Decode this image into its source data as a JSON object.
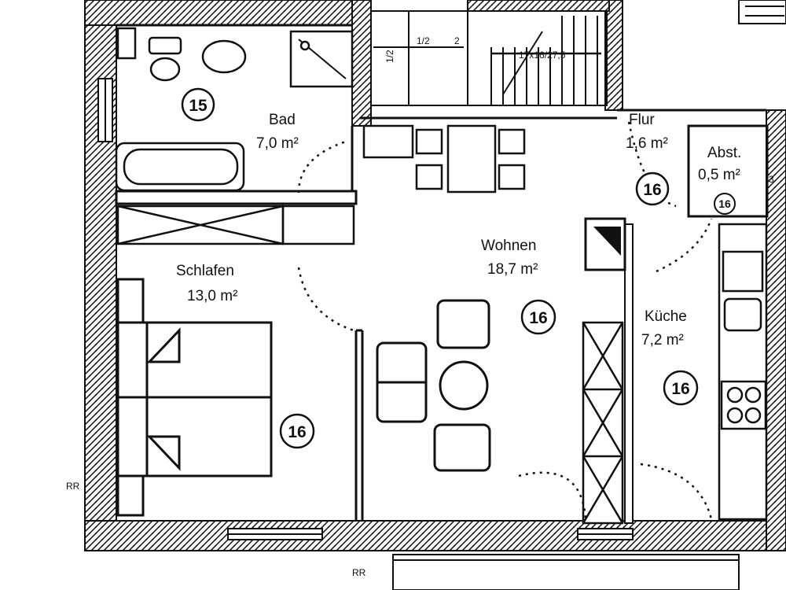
{
  "rooms": {
    "bad": {
      "name": "Bad",
      "area": "7,0 m²"
    },
    "flur": {
      "name": "Flur",
      "area": "1,6 m²"
    },
    "abst": {
      "name": "Abst.",
      "area": "0,5 m²"
    },
    "wohnen": {
      "name": "Wohnen",
      "area": "18,7 m²"
    },
    "schlafen": {
      "name": "Schlafen",
      "area": "13,0 m²"
    },
    "kueche": {
      "name": "Küche",
      "area": "7,2 m²"
    }
  },
  "badges": {
    "bad": "15",
    "flur": "16",
    "abst": "16",
    "wohnen": "16",
    "schlafen": "16",
    "kueche": "16"
  },
  "stairs": {
    "label1": "1/2",
    "label2": "2",
    "label3": "1/2",
    "label4": "17x16/27,5"
  },
  "marks": {
    "left_rr": "RR",
    "bottom_rr": "RR",
    "w3": "3"
  }
}
